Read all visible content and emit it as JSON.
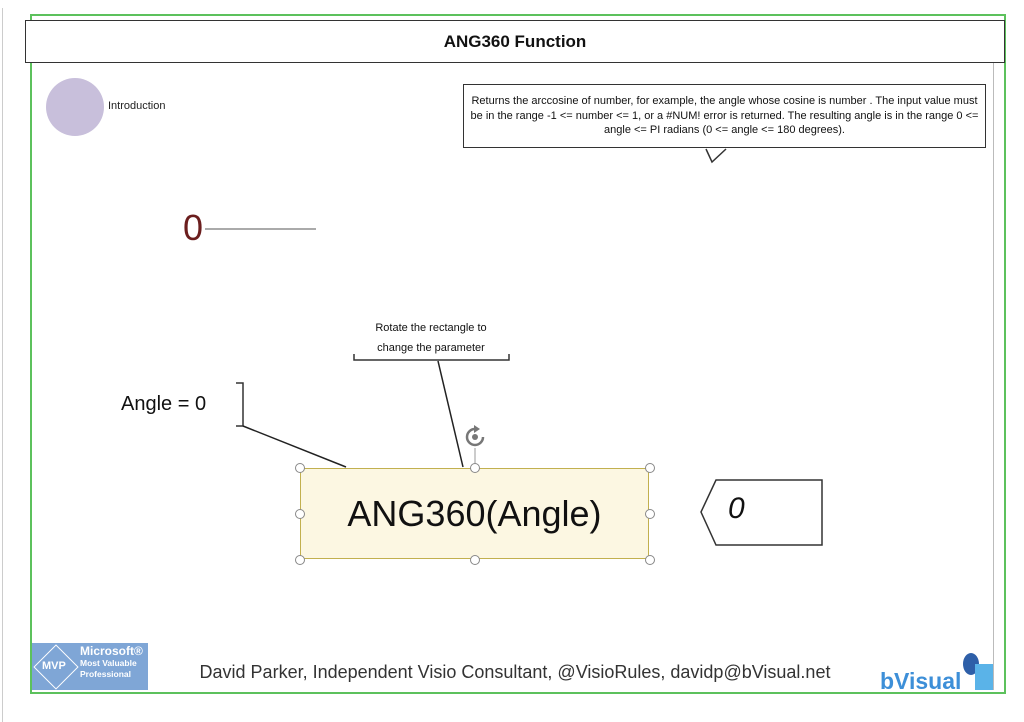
{
  "title": "ANG360 Function",
  "intro_label": "Introduction",
  "callout_text": "Returns the arccosine of number, for example, the angle whose cosine is number . The input value must be in the range -1 <= number <= 1, or a #NUM! error is returned. The resulting angle is in the range 0 <= angle <= PI radians (0 <= angle <= 180 degrees).",
  "value_display": "0",
  "rotate_note_line1": "Rotate the rectangle to",
  "rotate_note_line2": "change the parameter",
  "angle_label": "Angle = 0",
  "shape_label": "ANG360(Angle)",
  "result_value": "0",
  "footer": "David Parker, Independent Visio Consultant, @VisioRules, davidp@bVisual.net",
  "mvp_logo": {
    "badge": "MVP",
    "line1": "Microsoft®",
    "line2": "Most Valuable",
    "line3": "Professional"
  },
  "brand_logo": "bVisual",
  "colors": {
    "border_green": "#5cc15c",
    "shape_fill": "#fcf7e2",
    "value_red": "#6b1e1e",
    "intro_circle": "#c8bfdb"
  }
}
